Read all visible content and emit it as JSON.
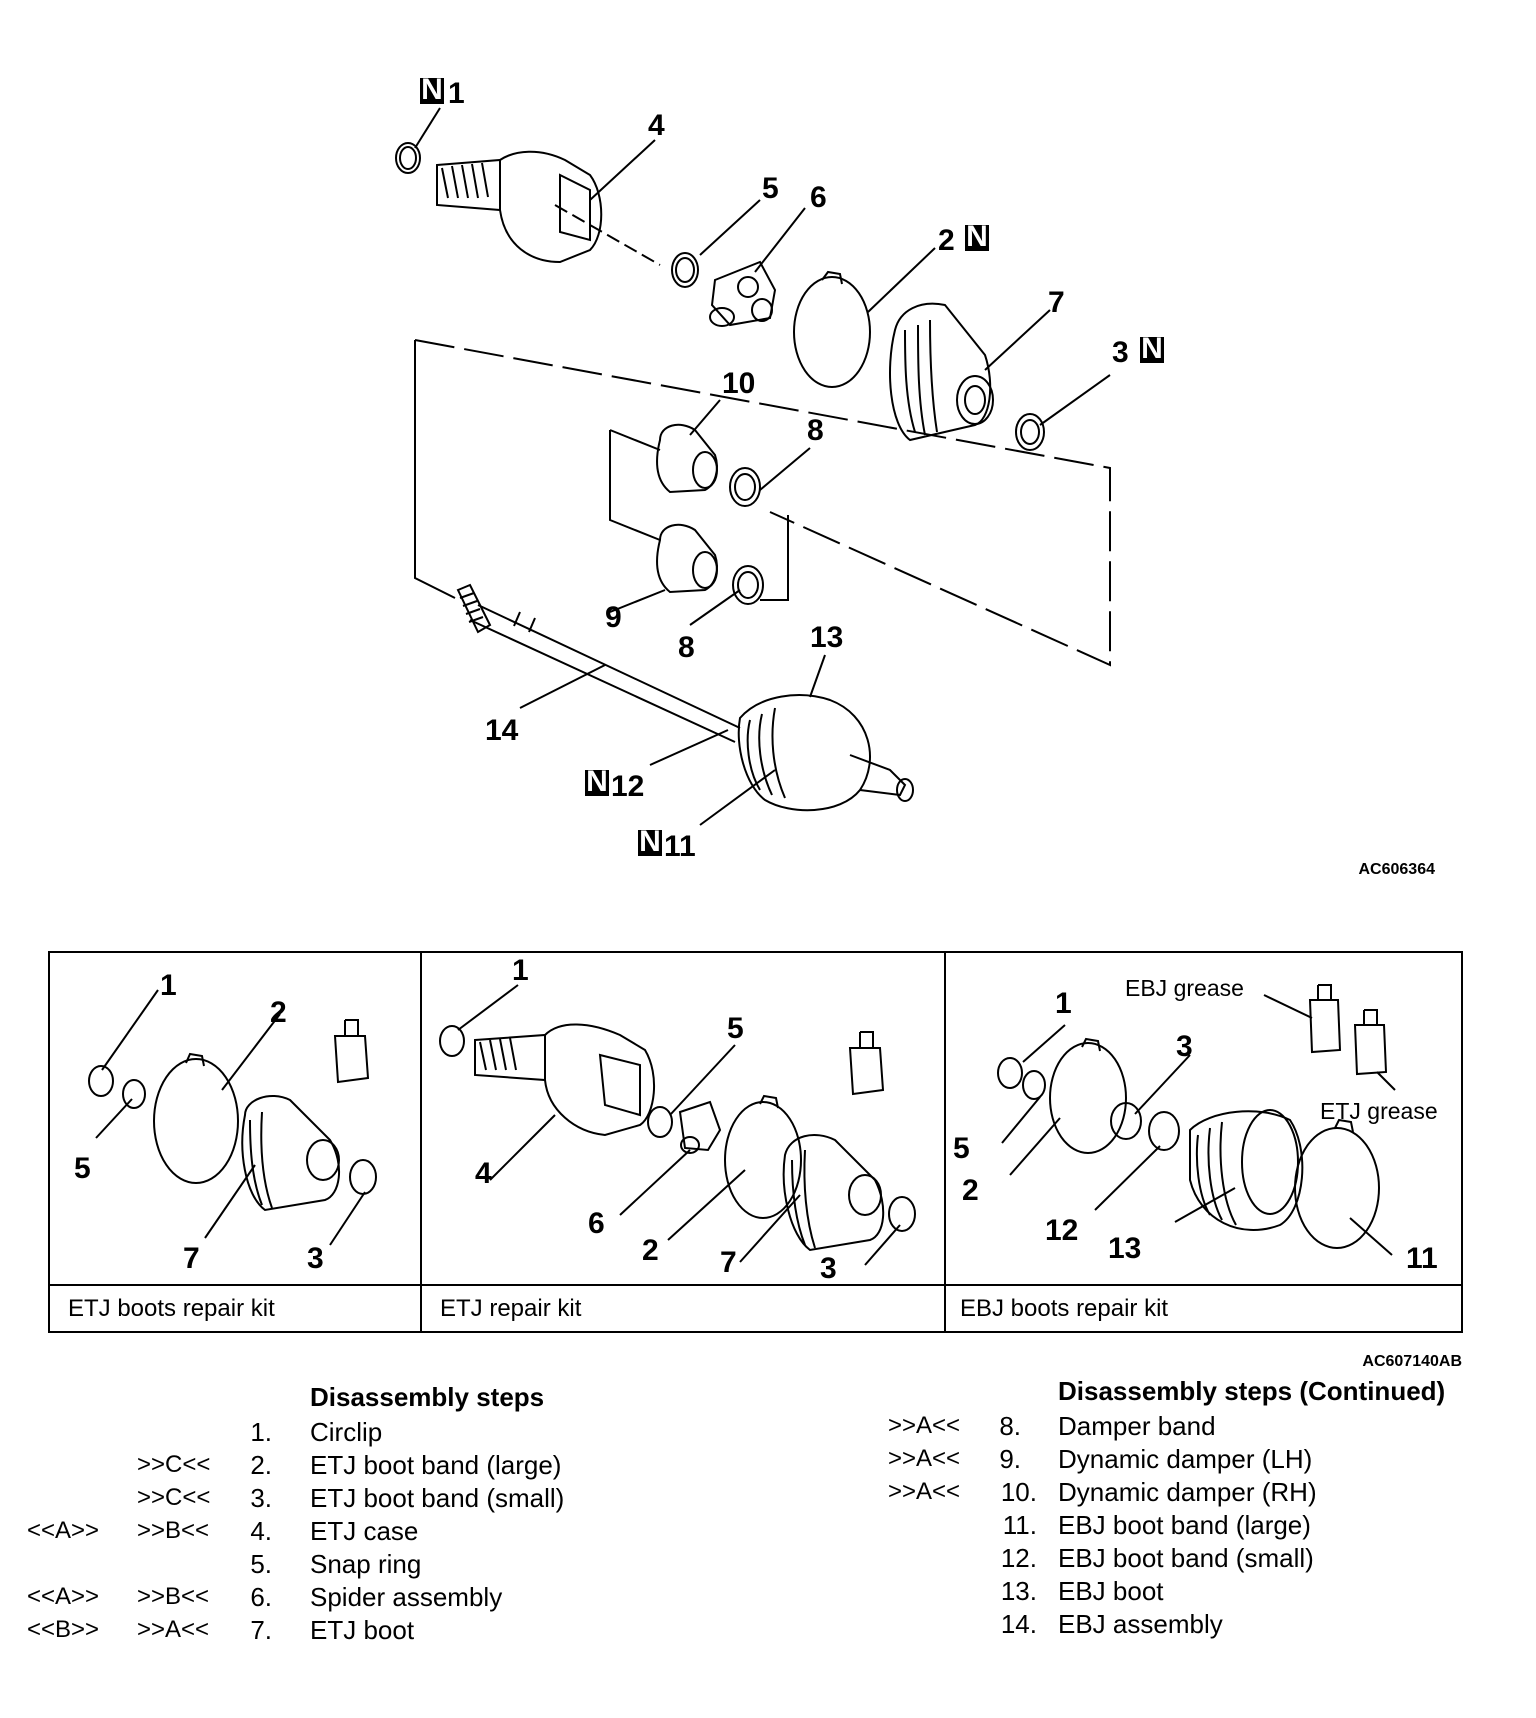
{
  "top_diagram": {
    "callouts": [
      "1",
      "2",
      "3",
      "4",
      "5",
      "6",
      "7",
      "8",
      "8",
      "9",
      "10",
      "11",
      "12",
      "13",
      "14"
    ],
    "n_marker": "N",
    "code": "AC606364"
  },
  "kits": [
    {
      "label": "ETJ boots repair kit",
      "callouts": [
        "1",
        "2",
        "5",
        "7",
        "3"
      ]
    },
    {
      "label": "ETJ repair kit",
      "callouts": [
        "1",
        "5",
        "4",
        "6",
        "2",
        "7",
        "3"
      ]
    },
    {
      "label": "EBJ boots repair kit",
      "callouts": [
        "1",
        "3",
        "5",
        "2",
        "12",
        "13",
        "11"
      ],
      "grease_ebj": "EBJ grease",
      "grease_etj": "ETJ grease"
    }
  ],
  "kits_code": "AC607140AB",
  "steps_left": {
    "title": "Disassembly steps",
    "rows": [
      {
        "c1": "",
        "c2": "",
        "num": "1.",
        "text": "Circlip"
      },
      {
        "c1": "",
        "c2": ">>C<<",
        "num": "2.",
        "text": "ETJ boot band (large)"
      },
      {
        "c1": "",
        "c2": ">>C<<",
        "num": "3.",
        "text": "ETJ boot band (small)"
      },
      {
        "c1": "<<A>>",
        "c2": ">>B<<",
        "num": "4.",
        "text": "ETJ case"
      },
      {
        "c1": "",
        "c2": "",
        "num": "5.",
        "text": "Snap ring"
      },
      {
        "c1": "<<A>>",
        "c2": ">>B<<",
        "num": "6.",
        "text": "Spider assembly"
      },
      {
        "c1": "<<B>>",
        "c2": ">>A<<",
        "num": "7.",
        "text": "ETJ boot"
      }
    ]
  },
  "steps_right": {
    "title": "Disassembly steps (Continued)",
    "rows": [
      {
        "c2": ">>A<<",
        "num": "8.",
        "text": "Damper band"
      },
      {
        "c2": ">>A<<",
        "num": "9.",
        "text": "Dynamic damper (LH)"
      },
      {
        "c2": ">>A<<",
        "num": "10.",
        "text": "Dynamic damper (RH)"
      },
      {
        "c2": "",
        "num": "11.",
        "text": "EBJ boot band (large)"
      },
      {
        "c2": "",
        "num": "12.",
        "text": "EBJ boot band (small)"
      },
      {
        "c2": "",
        "num": "13.",
        "text": "EBJ boot"
      },
      {
        "c2": "",
        "num": "14.",
        "text": "EBJ assembly"
      }
    ]
  }
}
